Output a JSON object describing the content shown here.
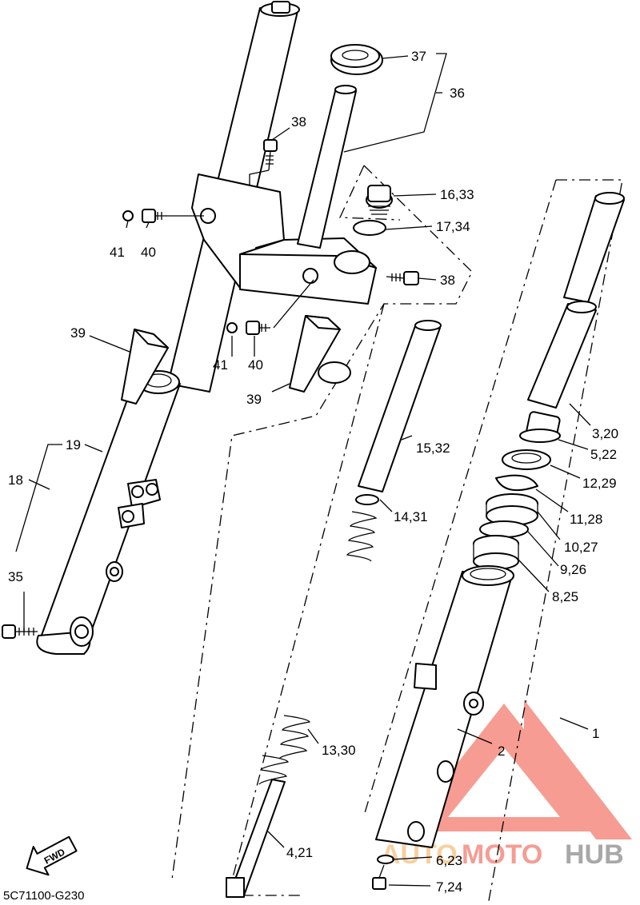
{
  "diagram_code": "5C71100-G230",
  "fwd_label": "FWD",
  "watermark": {
    "auto": "AUTO",
    "moto": "MOTO",
    "hub": "HUB"
  },
  "callouts": [
    {
      "id": "37",
      "text": "37"
    },
    {
      "id": "36",
      "text": "36"
    },
    {
      "id": "38a",
      "text": "38"
    },
    {
      "id": "16_33",
      "text": "16,33"
    },
    {
      "id": "17_34",
      "text": "17,34"
    },
    {
      "id": "38b",
      "text": "38"
    },
    {
      "id": "41a",
      "text": "41"
    },
    {
      "id": "40a",
      "text": "40"
    },
    {
      "id": "39a",
      "text": "39"
    },
    {
      "id": "41b",
      "text": "41"
    },
    {
      "id": "40b",
      "text": "40"
    },
    {
      "id": "39b",
      "text": "39"
    },
    {
      "id": "19",
      "text": "19"
    },
    {
      "id": "18",
      "text": "18"
    },
    {
      "id": "35",
      "text": "35"
    },
    {
      "id": "15_32",
      "text": "15,32"
    },
    {
      "id": "14_31",
      "text": "14,31"
    },
    {
      "id": "13_30",
      "text": "13,30"
    },
    {
      "id": "4_21",
      "text": "4,21"
    },
    {
      "id": "3_20",
      "text": "3,20"
    },
    {
      "id": "5_22",
      "text": "5,22"
    },
    {
      "id": "12_29",
      "text": "12,29"
    },
    {
      "id": "11_28",
      "text": "11,28"
    },
    {
      "id": "10_27",
      "text": "10,27"
    },
    {
      "id": "9_26",
      "text": "9,26"
    },
    {
      "id": "8_25",
      "text": "8,25"
    },
    {
      "id": "1",
      "text": "1"
    },
    {
      "id": "2",
      "text": "2"
    },
    {
      "id": "6_23",
      "text": "6,23"
    },
    {
      "id": "7_24",
      "text": "7,24"
    }
  ]
}
